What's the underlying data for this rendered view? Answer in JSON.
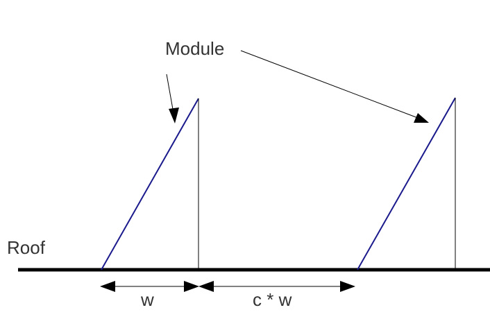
{
  "diagram": {
    "labels": {
      "module": "Module",
      "roof": "Roof",
      "w": "w",
      "cw": "c * w"
    },
    "colors": {
      "module_line": "#1a1a8c",
      "support_line": "#000000",
      "roof_line": "#000000",
      "text": "#333333"
    }
  }
}
